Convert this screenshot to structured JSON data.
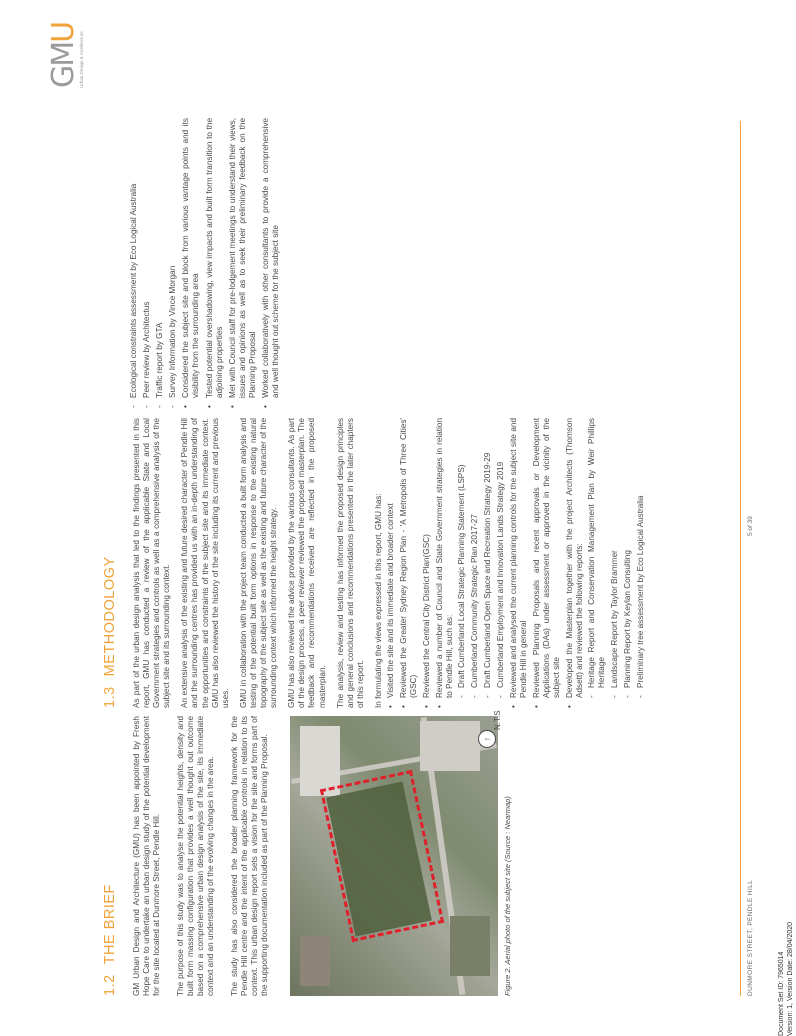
{
  "brief": {
    "number": "1.2",
    "title": "THE BRIEF",
    "paragraphs": [
      "GM Urban Design and Architecture (GMU) has been appointed by Fresh Hope Care to undertake an urban design study of the potential development for the site located at Dunmore Street, Pendle Hill.",
      "The purpose of this study was to analyse the potential heights, density and built form massing configuration that provides a well thought out outcome based on a comprehensive urban design analysis of the site, its immediate context and an understanding of the evolving changes in the area.",
      "The study has also considered the broader planning framework for the Pendle Hill centre and the intent of the applicable controls in relation to its context. This urban design report sets a vision for the site and forms part of the supporting documentation included as part of the Planning Proposal."
    ],
    "figure_caption": "Figure 2.   Aerial photo of the subject site  (Source : Nearmap)",
    "north_label": "N.T.S"
  },
  "methodology": {
    "number": "1.3",
    "title": "METHODOLOGY",
    "paragraphs": [
      "As part of the urban design analysis that led to the findings presented in this report, GMU has conducted a review of the applicable State and Local Government strategies and controls as well as a comprehensive analysis of the subject site and its surrounding context.",
      "An extensive analysis of the existing and future desired character of Pendle Hill and the surrounding centres has provided us with an in-depth understanding of the opportunities and constraints of the subject site and its immediate context. GMU has also reviewed the history of the site including its current and previous uses.",
      "GMU in collaboration with the project team conducted a built form analysis and testing of the potential built form options in response to the existing natural topography of the subject site as well as the existing and future character of the surrounding context which informed the height strategy.",
      "GMU has also reviewed the advice provided by the various consultants. As part of the design process, a peer reviewer reviewed the proposed masterplan. The feedback and recommendations received are reflected in the proposed masterplan.",
      "The analysis, review and testing has informed the proposed design principles and general conclusions and recommendations presented in the later chapters of this report.",
      "In formulating the views expressed in this report, GMU has:"
    ],
    "list": [
      {
        "text": "Visited the site and its immediate and broader context"
      },
      {
        "text": "Reviewed the Greater Sydney Region Plan - 'A Metropolis of Three Cities' (GSC)"
      },
      {
        "text": "Reviewed the Central City District Plan(GSC)"
      },
      {
        "text": "Reviewed a number of Council and State Government strategies in relation to Pendle Hill, such as:",
        "sub": [
          "Draft Cumberland Local Strategic Planning Statement (LSPS)",
          "Cumberland Community Strategic Plan 2017-27",
          "Draft Cumberland Open Space and Recreation Strategy 2019-29",
          "Cumberland Employment and Innovation Lands Strategy 2019"
        ]
      },
      {
        "text": "Reviewed and analysed the current planning controls for the subject site and Pendle Hill in general"
      },
      {
        "text": "Reviewed Planning Proposals and recent approvals or Development Applications (DAs) under assessment or approved in the vicinity of the subject site"
      },
      {
        "text": "Developed the Masterplan together with the project Architects (Thomson Adsett) and reviewed the following reports:",
        "sub": [
          "Heritage Report and Conservation Management Plan by Weir Phillips Heritage",
          "Landscape Report by Taylor Brammer",
          "Planning Report by Keylan Consulting",
          "Preliminary tree assessment by Eco Logical Australia"
        ]
      }
    ],
    "list_continued_sub": [
      "Ecological constraints assessment by Eco Logical Australia",
      "Peer review by Architectus",
      "Traffic report by GTA",
      "Survey Information by Vince Morgan"
    ],
    "list_continued": [
      "Considered the subject site and block from various vantage points and its visibility from the surrounding area",
      "Tested potential overshadowing, view impacts and built form transition to the adjoining properties",
      "Met with Council staff for pre-lodgement meetings to understand their views, issues and opinions as well as to seek their preliminary feedback on the Planning Proposal",
      "Worked collaboratively with other consultants to provide a comprehensive and well thought out scheme for the subject site"
    ]
  },
  "logo": {
    "mark_g": "GM",
    "mark_u": "U",
    "subtitle": "Urban Design & Architecture"
  },
  "footer": {
    "address": "DUNMORE STREET, PENDLE HILL",
    "page": "5 of 39"
  },
  "doc_meta": {
    "line1": "Document Set ID: 7965014",
    "line2": "Version: 1, Version Date: 28/04/2020"
  },
  "colors": {
    "accent": "#f0a33a",
    "site_outline": "#e0202a",
    "text": "#4a4a4a"
  }
}
